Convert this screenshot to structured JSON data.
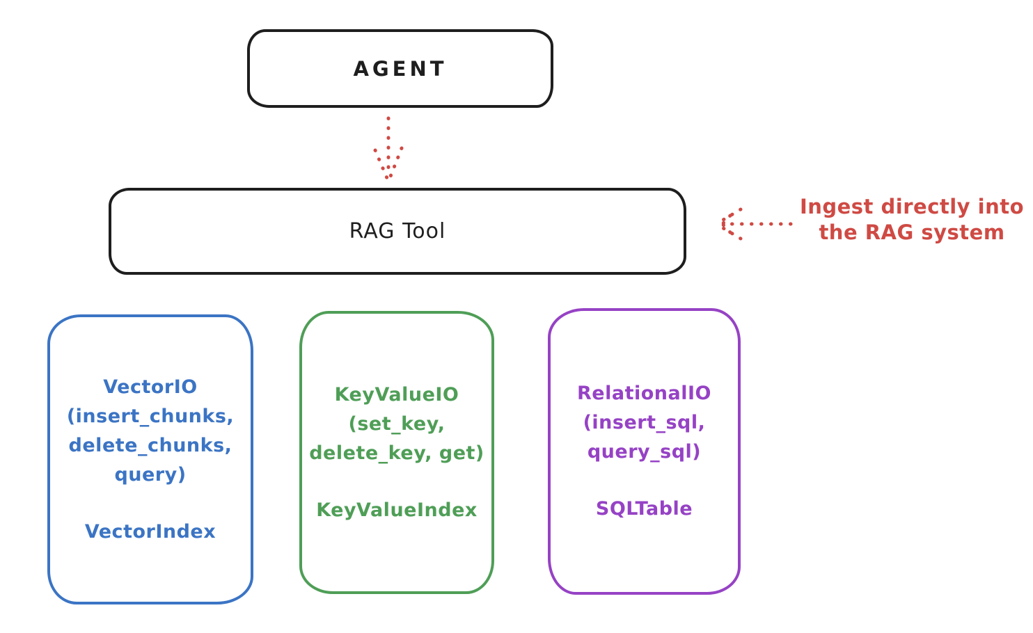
{
  "diagram": {
    "title_hint": "RAG tool architecture sketch",
    "colors": {
      "ink": "#1e1e1e",
      "red": "#cf4a44",
      "vector_blue": "#3b74c4",
      "keyvalue_green": "#4f9e57",
      "relational_purple": "#9642c5",
      "background": "#ffffff"
    },
    "nodes": {
      "agent": {
        "label": "AGENT"
      },
      "rag_tool": {
        "label": "RAG Tool"
      }
    },
    "annotation": {
      "line1": "Ingest directly into",
      "line2": "the RAG system"
    },
    "arrows": [
      {
        "name": "agent-to-rag-tool",
        "style": "dotted",
        "direction": "down"
      },
      {
        "name": "annotation-to-rag-tool",
        "style": "dotted",
        "direction": "left"
      }
    ],
    "backends": [
      {
        "id": "vector-io",
        "color": "#3b74c4",
        "io_line1": "VectorIO",
        "io_line2": "(insert_chunks,",
        "io_line3": "delete_chunks,",
        "io_line4": "query)",
        "index_label": "VectorIndex"
      },
      {
        "id": "keyvalue-io",
        "color": "#4f9e57",
        "io_line1": "KeyValueIO",
        "io_line2": "(set_key,",
        "io_line3": "delete_key, get)",
        "io_line4": "",
        "index_label": "KeyValueIndex"
      },
      {
        "id": "relational-io",
        "color": "#9642c5",
        "io_line1": "RelationalIO",
        "io_line2": "(insert_sql,",
        "io_line3": "query_sql)",
        "io_line4": "",
        "index_label": "SQLTable"
      }
    ]
  }
}
